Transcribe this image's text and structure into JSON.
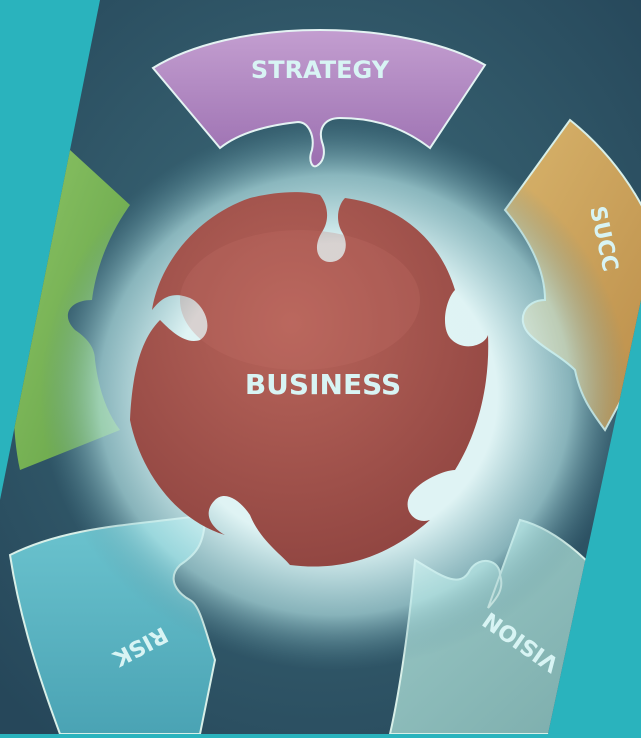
{
  "center": {
    "label": "BUSINESS"
  },
  "segments": [
    {
      "id": "strategy",
      "label": "STRATEGY"
    },
    {
      "id": "success",
      "label": "SUCC"
    },
    {
      "id": "vision",
      "label": "VISION"
    },
    {
      "id": "risk",
      "label": "RISK"
    }
  ],
  "colors": {
    "outer_background": "#2ab3bd",
    "panel_background": "#2f5566",
    "glow": "#cfeeee",
    "center": "#a5554c",
    "strategy": "#a67ab5",
    "success": "#c89c55",
    "vision": "#8ab8b5",
    "risk": "#5ab0c0",
    "green_piece": "#78b454",
    "label_text": "#d8f4f4"
  }
}
